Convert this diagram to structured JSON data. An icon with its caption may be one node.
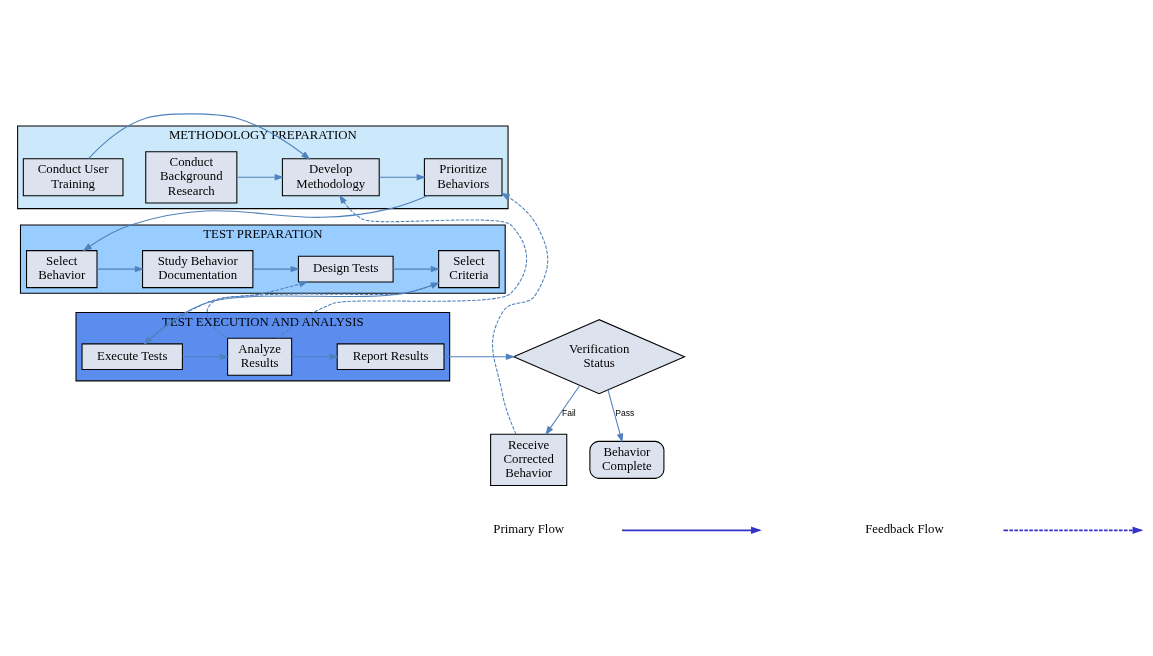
{
  "diagram": {
    "nodes": [
      {
        "text": [
          "METHODOLOGY PREPARATION"
        ]
      },
      {
        "text": [
          "Conduct Background Research"
        ],
        "in": 0
      },
      {
        "text": [
          "Conduct User Training"
        ],
        "in": 0
      },
      {
        "text": [
          "Develop Methodology"
        ],
        "in": 0
      },
      {
        "text": [
          "Prioritize Behaviors"
        ],
        "in": 0
      },
      {
        "text": [
          "TEST PREPARATION"
        ]
      },
      {
        "text": [
          "Select Behavior"
        ],
        "in": 5
      },
      {
        "text": [
          "Study Behavior Documentation"
        ],
        "in": 5
      },
      {
        "text": [
          "Design Tests"
        ],
        "in": 5
      },
      {
        "text": [
          "Select Criteria"
        ],
        "in": 5
      },
      {
        "text": [
          "TEST EXECUTION AND ANALYSIS"
        ]
      },
      {
        "text": [
          "Execute Tests"
        ],
        "in": 10
      },
      {
        "text": [
          "Analyze Results"
        ],
        "in": 10
      },
      {
        "text": [
          "Report Results"
        ],
        "in": 10
      },
      {
        "text": [
          "Verification Status"
        ]
      },
      {
        "text": [
          "Behavior Complete"
        ]
      },
      {
        "text": [
          "Receive Corrected Behavior"
        ]
      }
    ],
    "edges": [
      {
        "from": 1,
        "to": 3,
        "arrow": "to"
      },
      {
        "from": 2,
        "to": 3,
        "arrow": "to"
      },
      {
        "from": 3,
        "to": 4,
        "arrow": "to"
      },
      {
        "from": 4,
        "to": 6,
        "arrow": "to"
      },
      {
        "from": 6,
        "to": 7,
        "arrow": "to"
      },
      {
        "from": 7,
        "to": 8,
        "arrow": "to"
      },
      {
        "from": 8,
        "to": 9,
        "arrow": "to"
      },
      {
        "from": 9,
        "to": 11,
        "arrow": "to"
      },
      {
        "from": 11,
        "to": 12,
        "arrow": "to"
      },
      {
        "from": 12,
        "to": 13,
        "arrow": "to"
      },
      {
        "from": 13,
        "to": 14,
        "arrow": "to"
      },
      {
        "from": 14,
        "to": 15,
        "arrow": "to",
        "label": "Pass"
      },
      {
        "from": 14,
        "to": 16,
        "arrow": "to",
        "label": "Fail"
      },
      {
        "from": 11,
        "to": 8,
        "arrow": "to",
        "style": "dashed"
      },
      {
        "from": 12,
        "to": 9,
        "arrow": "to",
        "style": "dashed"
      },
      {
        "from": 12,
        "to": 3,
        "arrow": "to",
        "style": "dashed"
      },
      {
        "from": 16,
        "to": 4,
        "arrow": "to",
        "style": "dashed"
      }
    ],
    "legend": [
      {
        "text": "Primary Flow"
      },
      {
        "text": "Feedback Flow"
      }
    ]
  }
}
